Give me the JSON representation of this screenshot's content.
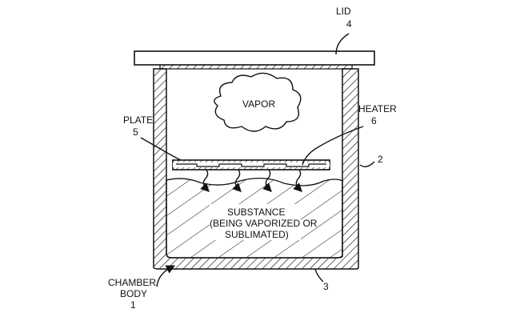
{
  "labels": {
    "lid_name": "LID",
    "lid_num": "4",
    "vapor": "VAPOR",
    "plate_name": "PLATE",
    "plate_num": "5",
    "heater_name": "HEATER",
    "heater_num": "6",
    "ref_2": "2",
    "substance_1": "SUBSTANCE",
    "substance_2": "(BEING VAPORIZED OR",
    "substance_3": "SUBLIMATED)",
    "chamber_1": "CHAMBER",
    "chamber_2": "BODY",
    "chamber_num": "1",
    "ref_3": "3"
  }
}
